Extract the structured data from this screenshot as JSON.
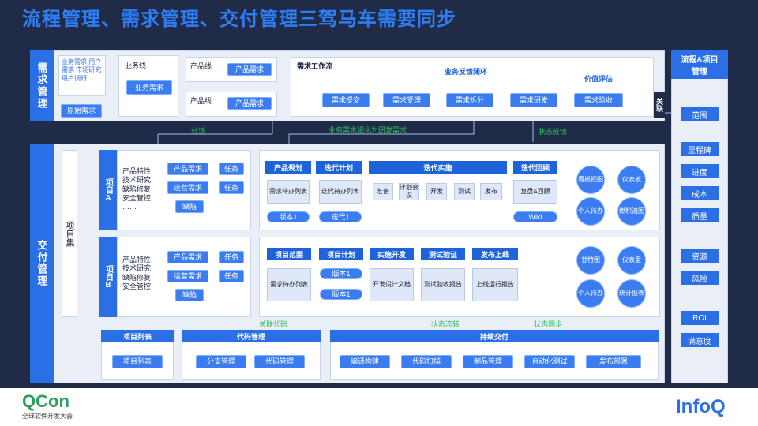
{
  "title": "流程管理、需求管理、交付管理三驾马车需要同步",
  "demand": {
    "label": "需求管理",
    "sources": "业务需求 用户需求 市场研究 用户调研",
    "raw": "原始需求",
    "bizline_label": "业务线",
    "biz_demand": "业务需求",
    "productline1_label": "产品线",
    "product_demand1": "产品需求",
    "productline2_label": "产品线",
    "product_demand2": "产品需求",
    "workflow_label": "需求工作流",
    "feedback_loop": "业务反馈闭环",
    "value_eval": "价值评估",
    "steps": [
      "需求提交",
      "需求受理",
      "需求拆分",
      "需求研发",
      "需求验收"
    ]
  },
  "link_label": "关联",
  "annotations": {
    "dispatch": "分派",
    "refine": "业务需求细化为研发需求",
    "status_feedback": "状态反馈",
    "link_code": "关联代码",
    "status_flow": "状态流转",
    "status_sync": "状态同步"
  },
  "delivery": {
    "label": "交付管理",
    "project_set": "项目集",
    "projects": [
      {
        "label": "项目A",
        "features": "产品特性\n技术研究\n缺陷修复\n安全管控\n……",
        "product_demand": "产品需求",
        "ops_demand": "运营需求",
        "task1": "任务",
        "task2": "任务",
        "bug": "缺陷",
        "phases": [
          "产品规划",
          "迭代计划",
          "迭代实施",
          "迭代回顾"
        ],
        "plan_items": [
          "需求待办列表",
          "版本1"
        ],
        "iter_items": [
          "迭代待办列表",
          "迭代1"
        ],
        "impl_steps": [
          "准备",
          "计划会议",
          "开发",
          "测试",
          "发布"
        ],
        "review_items": [
          "复盘&回顾",
          "Wiki"
        ],
        "circles": [
          "看板视图",
          "仪表板",
          "个人待办",
          "燃积流图"
        ]
      },
      {
        "label": "项目B",
        "features": "产品特性\n技术研究\n缺陷修复\n安全管控\n……",
        "product_demand": "产品需求",
        "ops_demand": "运营需求",
        "task1": "任务",
        "task2": "任务",
        "bug": "缺陷",
        "phases": [
          "项目范围",
          "项目计划",
          "实施开发",
          "测试验证",
          "发布上线"
        ],
        "scope_items": [
          "需求待办列表"
        ],
        "plan_items": [
          "版本1",
          "版本1"
        ],
        "dev_item": "开发设计文档",
        "test_item": "测试验收报告",
        "release_item": "上线运行报告",
        "circles": [
          "甘特图",
          "仪表盘",
          "个人待办",
          "统计报表"
        ]
      }
    ],
    "bottom": {
      "project_list_hdr": "项目列表",
      "project_list_item": "项目列表",
      "code_hdr": "代码管理",
      "code_items": [
        "分支管理",
        "代码管理"
      ],
      "cd_hdr": "持续交付",
      "cd_items": [
        "编译构建",
        "代码扫描",
        "制品管理",
        "自动化测试",
        "发布部署"
      ]
    }
  },
  "right": {
    "header": "流程&项目管理",
    "items": [
      "范围",
      "里程碑",
      "进度",
      "成本",
      "质量",
      "资源",
      "风险",
      "ROI",
      "满意度"
    ]
  },
  "footer": {
    "qcon": "QCon",
    "qcon_sub": "全球软件开发大会",
    "infoq": "InfoQ"
  },
  "colors": {
    "bg": "#1f2b47",
    "accent": "#2b6fe6",
    "title": "#2f7df5",
    "green": "#2fbf5d"
  }
}
